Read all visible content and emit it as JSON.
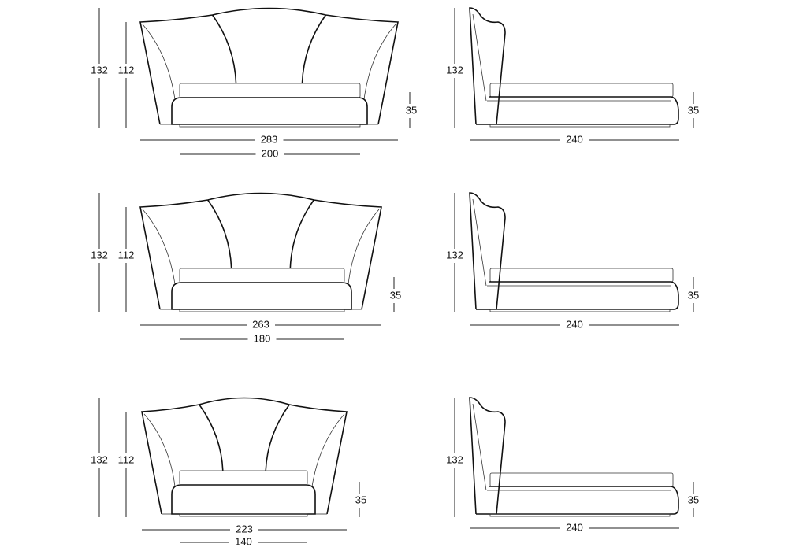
{
  "rows": [
    {
      "front": {
        "height_total": "132",
        "height_headboard": "112",
        "height_base": "35",
        "width_total": "283",
        "width_mattress": "200"
      },
      "side": {
        "height_total": "132",
        "height_base": "35",
        "length_total": "240"
      }
    },
    {
      "front": {
        "height_total": "132",
        "height_headboard": "112",
        "height_base": "35",
        "width_total": "263",
        "width_mattress": "180"
      },
      "side": {
        "height_total": "132",
        "height_base": "35",
        "length_total": "240"
      }
    },
    {
      "front": {
        "height_total": "132",
        "height_headboard": "112",
        "height_base": "35",
        "width_total": "223",
        "width_mattress": "140"
      },
      "side": {
        "height_total": "132",
        "height_base": "35",
        "length_total": "240"
      }
    }
  ]
}
